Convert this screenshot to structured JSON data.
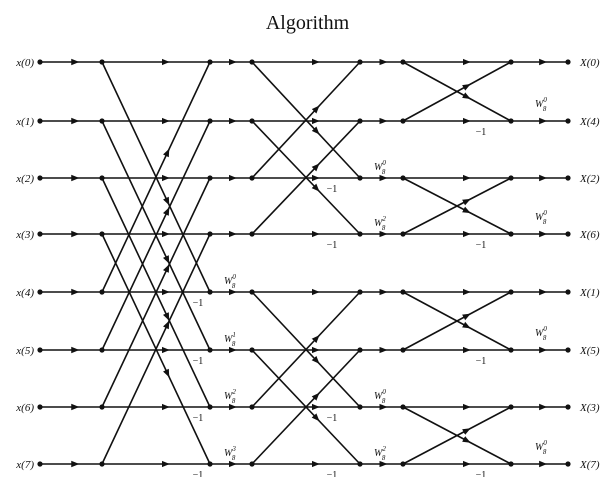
{
  "title": "Algorithm",
  "inputs": [
    "x(0)",
    "x(1)",
    "x(2)",
    "x(3)",
    "x(4)",
    "x(5)",
    "x(6)",
    "x(7)"
  ],
  "outputs": [
    "X(0)",
    "X(4)",
    "X(2)",
    "X(6)",
    "X(1)",
    "X(5)",
    "X(3)",
    "X(7)"
  ],
  "twiddles": {
    "stage1": [
      "0",
      "1",
      "2",
      "3"
    ],
    "stage2": [
      "0",
      "2",
      "0",
      "2"
    ],
    "stage3": [
      "0",
      "0",
      "0",
      "0"
    ]
  },
  "twiddle_base": "W",
  "twiddle_sub": "8",
  "minus_one": "−1"
}
